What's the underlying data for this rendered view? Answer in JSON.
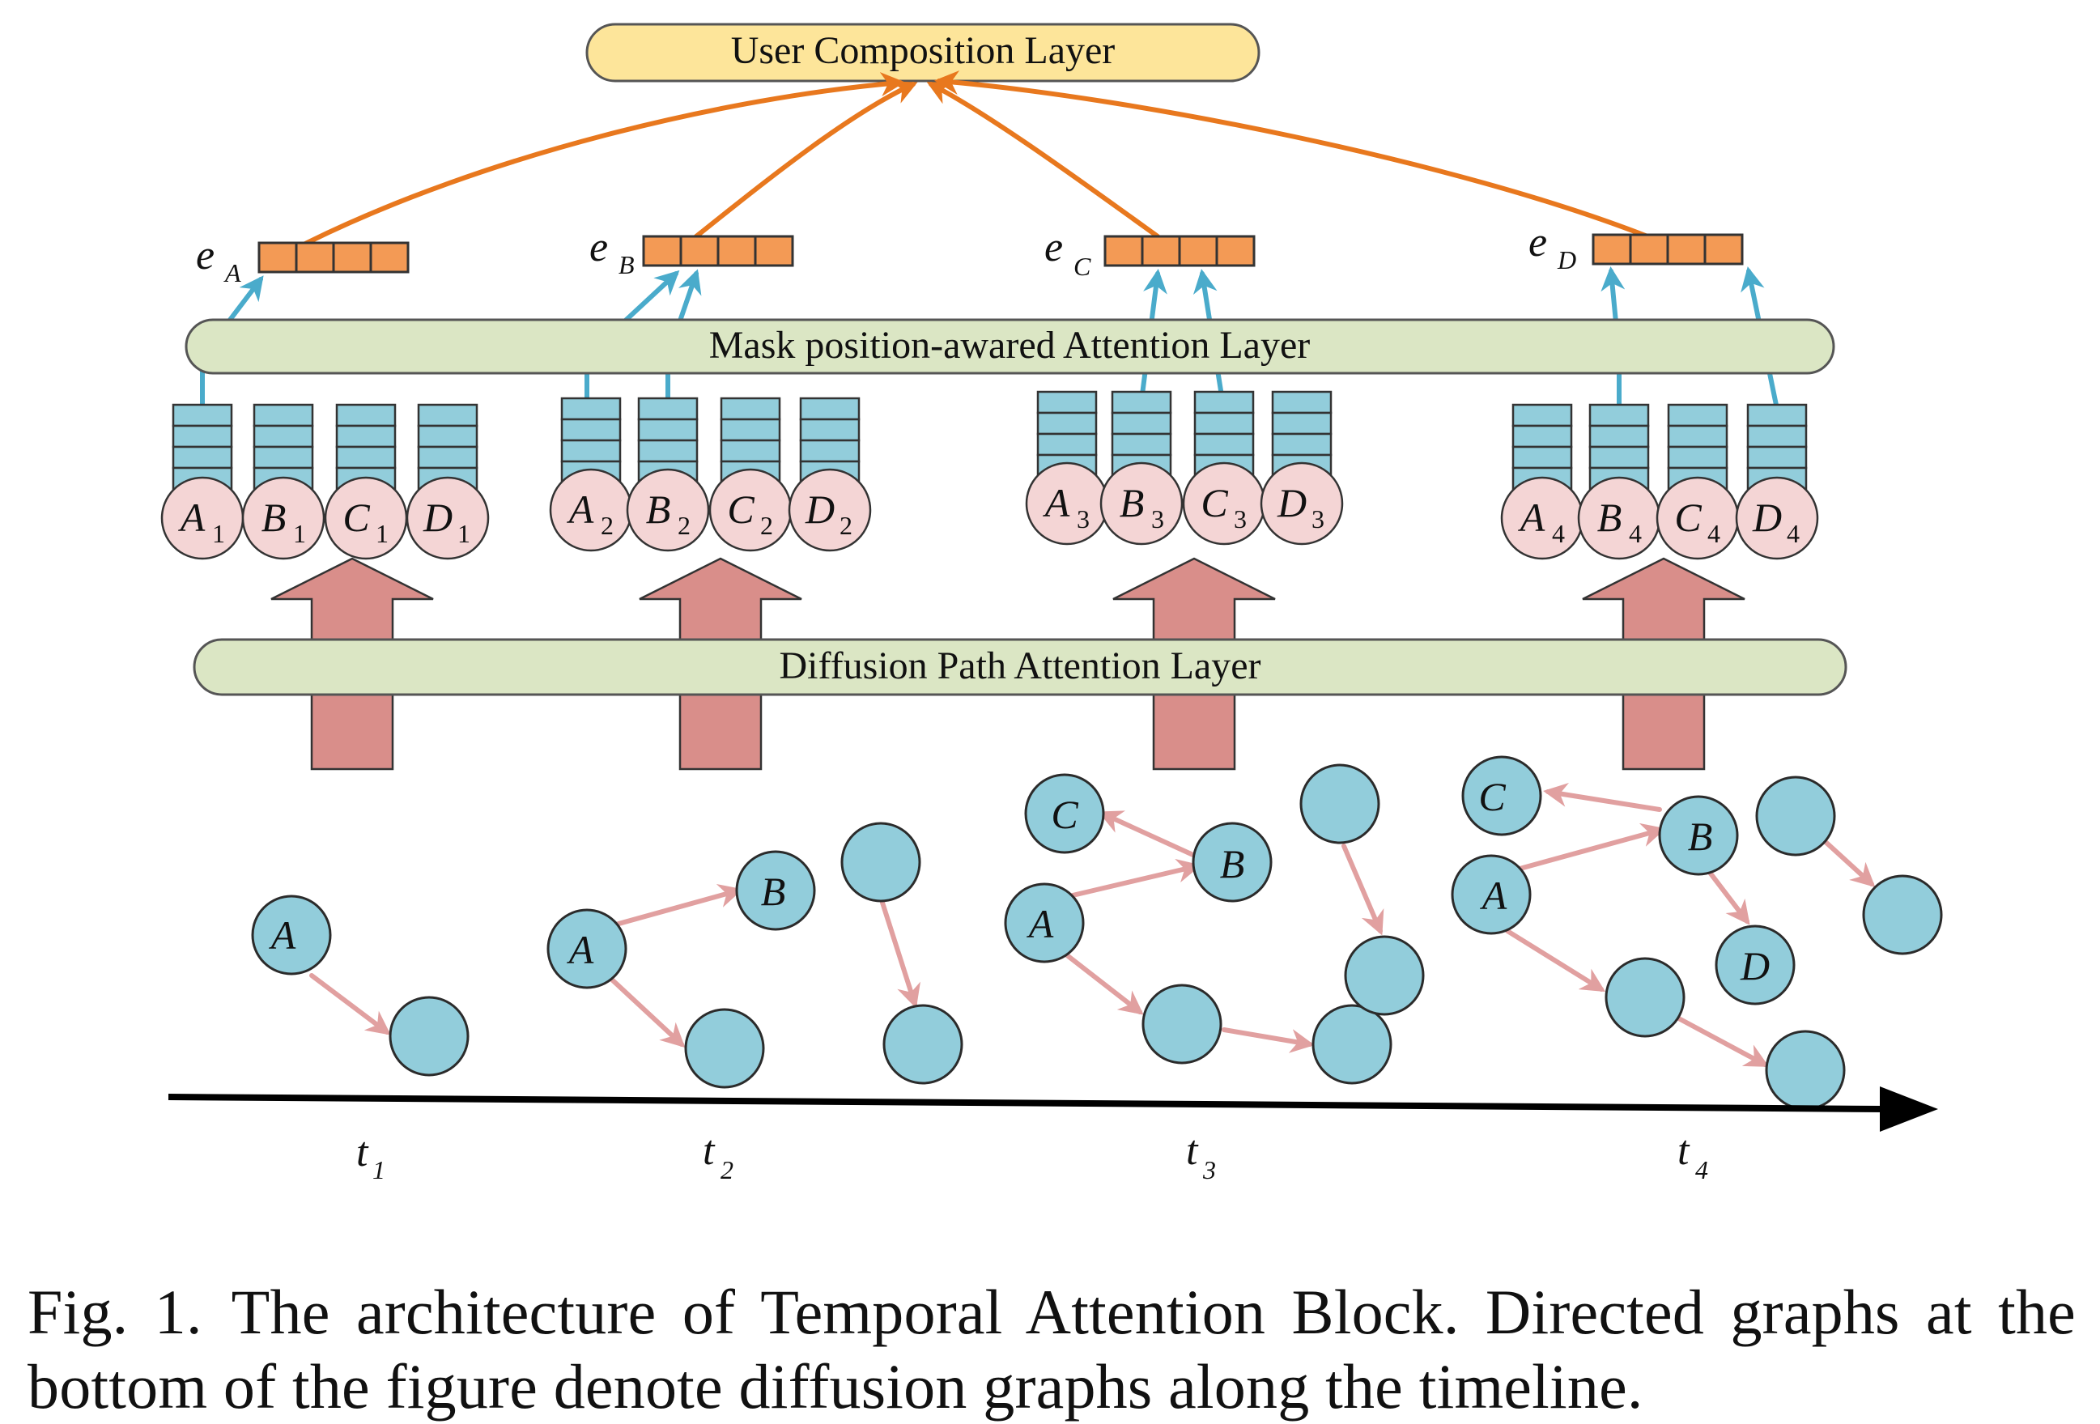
{
  "figure": {
    "layers": {
      "top": "User Composition Layer",
      "middle": "Mask position-awared Attention Layer",
      "bottom": "Diffusion Path Attention Layer"
    },
    "embeddings": [
      {
        "base": "e",
        "sub": "A"
      },
      {
        "base": "e",
        "sub": "B"
      },
      {
        "base": "e",
        "sub": "C"
      },
      {
        "base": "e",
        "sub": "D"
      }
    ],
    "groups": [
      {
        "nodes": [
          {
            "base": "A",
            "sub": "1"
          },
          {
            "base": "B",
            "sub": "1"
          },
          {
            "base": "C",
            "sub": "1"
          },
          {
            "base": "D",
            "sub": "1"
          }
        ]
      },
      {
        "nodes": [
          {
            "base": "A",
            "sub": "2"
          },
          {
            "base": "B",
            "sub": "2"
          },
          {
            "base": "C",
            "sub": "2"
          },
          {
            "base": "D",
            "sub": "2"
          }
        ]
      },
      {
        "nodes": [
          {
            "base": "A",
            "sub": "3"
          },
          {
            "base": "B",
            "sub": "3"
          },
          {
            "base": "C",
            "sub": "3"
          },
          {
            "base": "D",
            "sub": "3"
          }
        ]
      },
      {
        "nodes": [
          {
            "base": "A",
            "sub": "4"
          },
          {
            "base": "B",
            "sub": "4"
          },
          {
            "base": "C",
            "sub": "4"
          },
          {
            "base": "D",
            "sub": "4"
          }
        ]
      }
    ],
    "timeline": [
      {
        "base": "t",
        "sub": "1"
      },
      {
        "base": "t",
        "sub": "2"
      },
      {
        "base": "t",
        "sub": "3"
      },
      {
        "base": "t",
        "sub": "4"
      }
    ],
    "graph_labels": {
      "t1": [
        "A"
      ],
      "t2": [
        "A",
        "B"
      ],
      "t3": [
        "A",
        "B",
        "C"
      ],
      "t4": [
        "A",
        "B",
        "C",
        "D"
      ]
    },
    "colors": {
      "layer_yellow": "#fde59a",
      "layer_green": "#dbe6c4",
      "orange": "#f39a55",
      "orange_arrow": "#e8781e",
      "blue_node": "#92cddb",
      "blue_arrow": "#4aabcb",
      "pink_node": "#f4d5d5",
      "red_arrow": "#d98e8a",
      "edge_pink": "#e1a0a0"
    }
  },
  "caption": {
    "label": "Fig. 1.",
    "text": "The architecture of Temporal Attention Block. Directed graphs at the bottom of the figure denote diffusion graphs along the timeline."
  }
}
